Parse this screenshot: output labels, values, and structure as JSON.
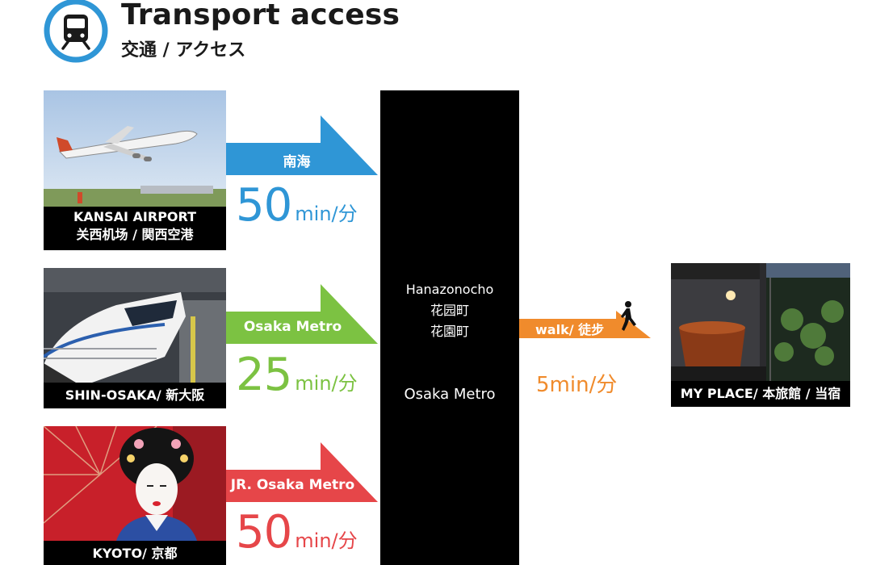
{
  "header": {
    "title": "Transport access",
    "subtitle": "交通 / アクセス",
    "icon": "train-icon"
  },
  "origins": [
    {
      "name_line1": "KANSAI AIRPORT",
      "name_line2": "关西机场 / 関西空港",
      "photo": "airplane-photo",
      "line": "南海",
      "duration_value": "50",
      "duration_unit": "min/分",
      "color": "#2f96d6"
    },
    {
      "name_line1": "SHIN-OSAKA/ 新大阪",
      "photo": "shinkansen-photo",
      "line": "Osaka Metro",
      "duration_value": "25",
      "duration_unit": "min/分",
      "color": "#7cc242"
    },
    {
      "name_line1": "KYOTO/ 京都",
      "photo": "geisha-photo",
      "line": "JR. Osaka Metro",
      "duration_value": "50",
      "duration_unit": "min/分",
      "color": "#e64649"
    }
  ],
  "station": {
    "names": [
      "Hanazonocho",
      "花园町",
      "花園町"
    ],
    "line": "Osaka Metro"
  },
  "walk": {
    "label": "walk/ 徒步",
    "time": "5min/分",
    "color": "#f08b2c",
    "icon": "walking-person-icon"
  },
  "destination": {
    "caption": "MY PLACE/ 本旅館 / 当宿",
    "photo": "bathroom-photo"
  }
}
